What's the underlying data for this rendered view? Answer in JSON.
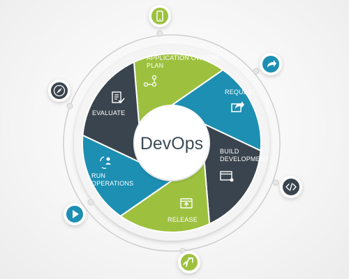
{
  "center": {
    "title": "DevOps"
  },
  "segments": [
    {
      "name": "plan",
      "lines": [
        "APPLICATION OWNERS",
        "PLAN"
      ],
      "color": "#9dc13f",
      "icon": "flow-nodes-icon"
    },
    {
      "name": "request",
      "lines": [
        "REQUEST"
      ],
      "color": "#1d8fb2",
      "icon": "share-icon"
    },
    {
      "name": "build",
      "lines": [
        "BUILD",
        "DEVELOPMENT"
      ],
      "color": "#3a444e",
      "icon": "browser-window-icon"
    },
    {
      "name": "release",
      "lines": [
        "RELEASE"
      ],
      "color": "#9dc13f",
      "icon": "upload-window-icon"
    },
    {
      "name": "operations",
      "lines": [
        "RUN",
        "OPERATIONS"
      ],
      "color": "#1d8fb2",
      "icon": "team-sync-icon"
    },
    {
      "name": "evaluate",
      "lines": [
        "EVALUATE"
      ],
      "color": "#3a444e",
      "icon": "checklist-icon"
    }
  ],
  "orbit_icons": [
    {
      "name": "mobile-phone-icon",
      "color": "#9dc13f"
    },
    {
      "name": "share-arrow-icon",
      "color": "#1d8fb2"
    },
    {
      "name": "code-icon",
      "color": "#3a444e"
    },
    {
      "name": "upload-arrow-icon",
      "color": "#9dc13f"
    },
    {
      "name": "play-icon",
      "color": "#1d8fb2"
    },
    {
      "name": "compass-icon",
      "color": "#3a444e"
    }
  ]
}
